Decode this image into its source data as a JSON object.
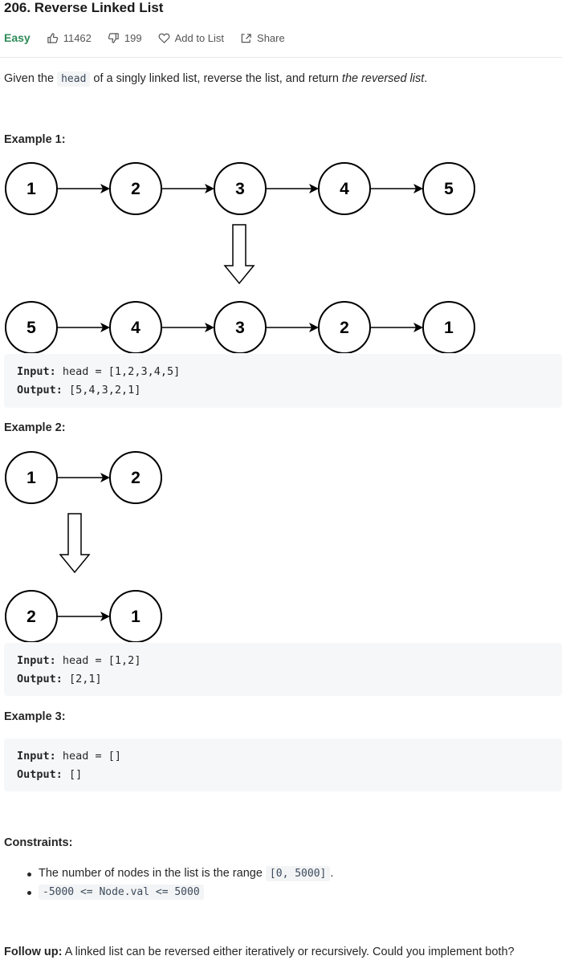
{
  "problem": {
    "title": "206. Reverse Linked List",
    "difficulty": "Easy",
    "likes": "11462",
    "dislikes": "199",
    "add_to_list": "Add to List",
    "share": "Share",
    "colors": {
      "easy": "#2e8b57",
      "code_bg": "#f6f7f9"
    }
  },
  "description": {
    "before": "Given the ",
    "code": "head",
    "middle": " of a singly linked list, reverse the list, and return ",
    "emph": "the reversed list",
    "end": "."
  },
  "examples": [
    {
      "heading": "Example 1:",
      "diagram": {
        "before": [
          "1",
          "2",
          "3",
          "4",
          "5"
        ],
        "after": [
          "5",
          "4",
          "3",
          "2",
          "1"
        ]
      },
      "input_label": "Input:",
      "input_value": " head = [1,2,3,4,5]",
      "output_label": "Output:",
      "output_value": " [5,4,3,2,1]"
    },
    {
      "heading": "Example 2:",
      "diagram": {
        "before": [
          "1",
          "2"
        ],
        "after": [
          "2",
          "1"
        ]
      },
      "input_label": "Input:",
      "input_value": " head = [1,2]",
      "output_label": "Output:",
      "output_value": " [2,1]"
    },
    {
      "heading": "Example 3:",
      "input_label": "Input:",
      "input_value": " head = []",
      "output_label": "Output:",
      "output_value": " []"
    }
  ],
  "constraints": {
    "heading": "Constraints:",
    "item1_text": "The number of nodes in the list is the range ",
    "item1_code": "[0, 5000]",
    "item1_end": ".",
    "item2_code": "-5000 <= Node.val <= 5000"
  },
  "followup": {
    "label": "Follow up:",
    "text": " A linked list can be reversed either iteratively or recursively. Could you implement both?"
  }
}
